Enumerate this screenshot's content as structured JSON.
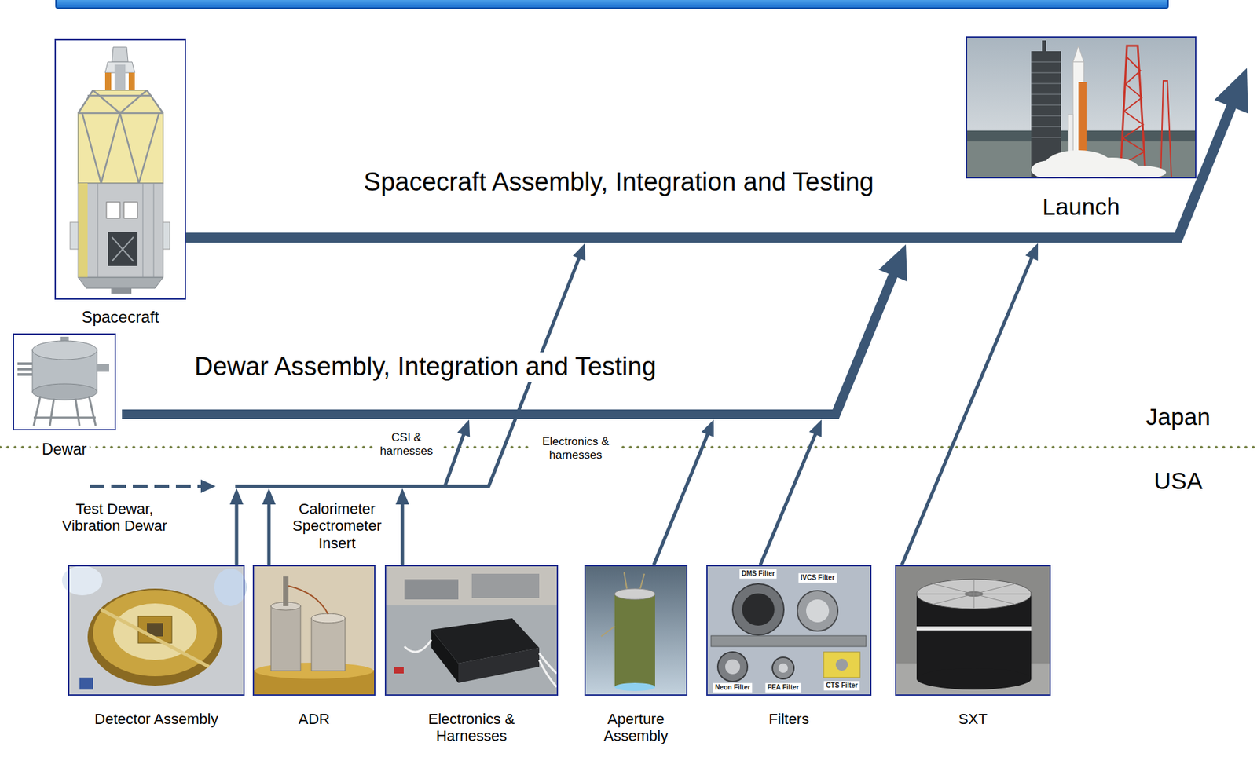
{
  "diagram": {
    "nodes": [
      {
        "text": [
          "Spacecraft"
        ]
      },
      {
        "text": [
          "Launch"
        ]
      },
      {
        "text": [
          "Dewar"
        ]
      },
      {
        "text": [
          "Detector Assembly"
        ]
      },
      {
        "text": [
          "ADR"
        ]
      },
      {
        "text": [
          "Electronics & Harnesses"
        ]
      },
      {
        "text": [
          "Aperture Assembly"
        ]
      },
      {
        "text": [
          "Filters"
        ]
      },
      {
        "text": [
          "SXT"
        ]
      }
    ],
    "edges": [
      {
        "from": 0,
        "to": 1,
        "label": "Spacecraft Assembly, Integration and Testing",
        "arrow": "to"
      }
    ],
    "labels": [
      "Dewar Assembly, Integration and Testing",
      "Japan",
      "USA",
      "Test Dewar, Vibration Dewar",
      "Calorimeter Spectrometer Insert",
      "CSI & harnesses",
      "Electronics & harnesses",
      "DMS Filter",
      "IVCS Filter",
      "Neon Filter",
      "FEA Filter",
      "CTS Filter"
    ]
  }
}
